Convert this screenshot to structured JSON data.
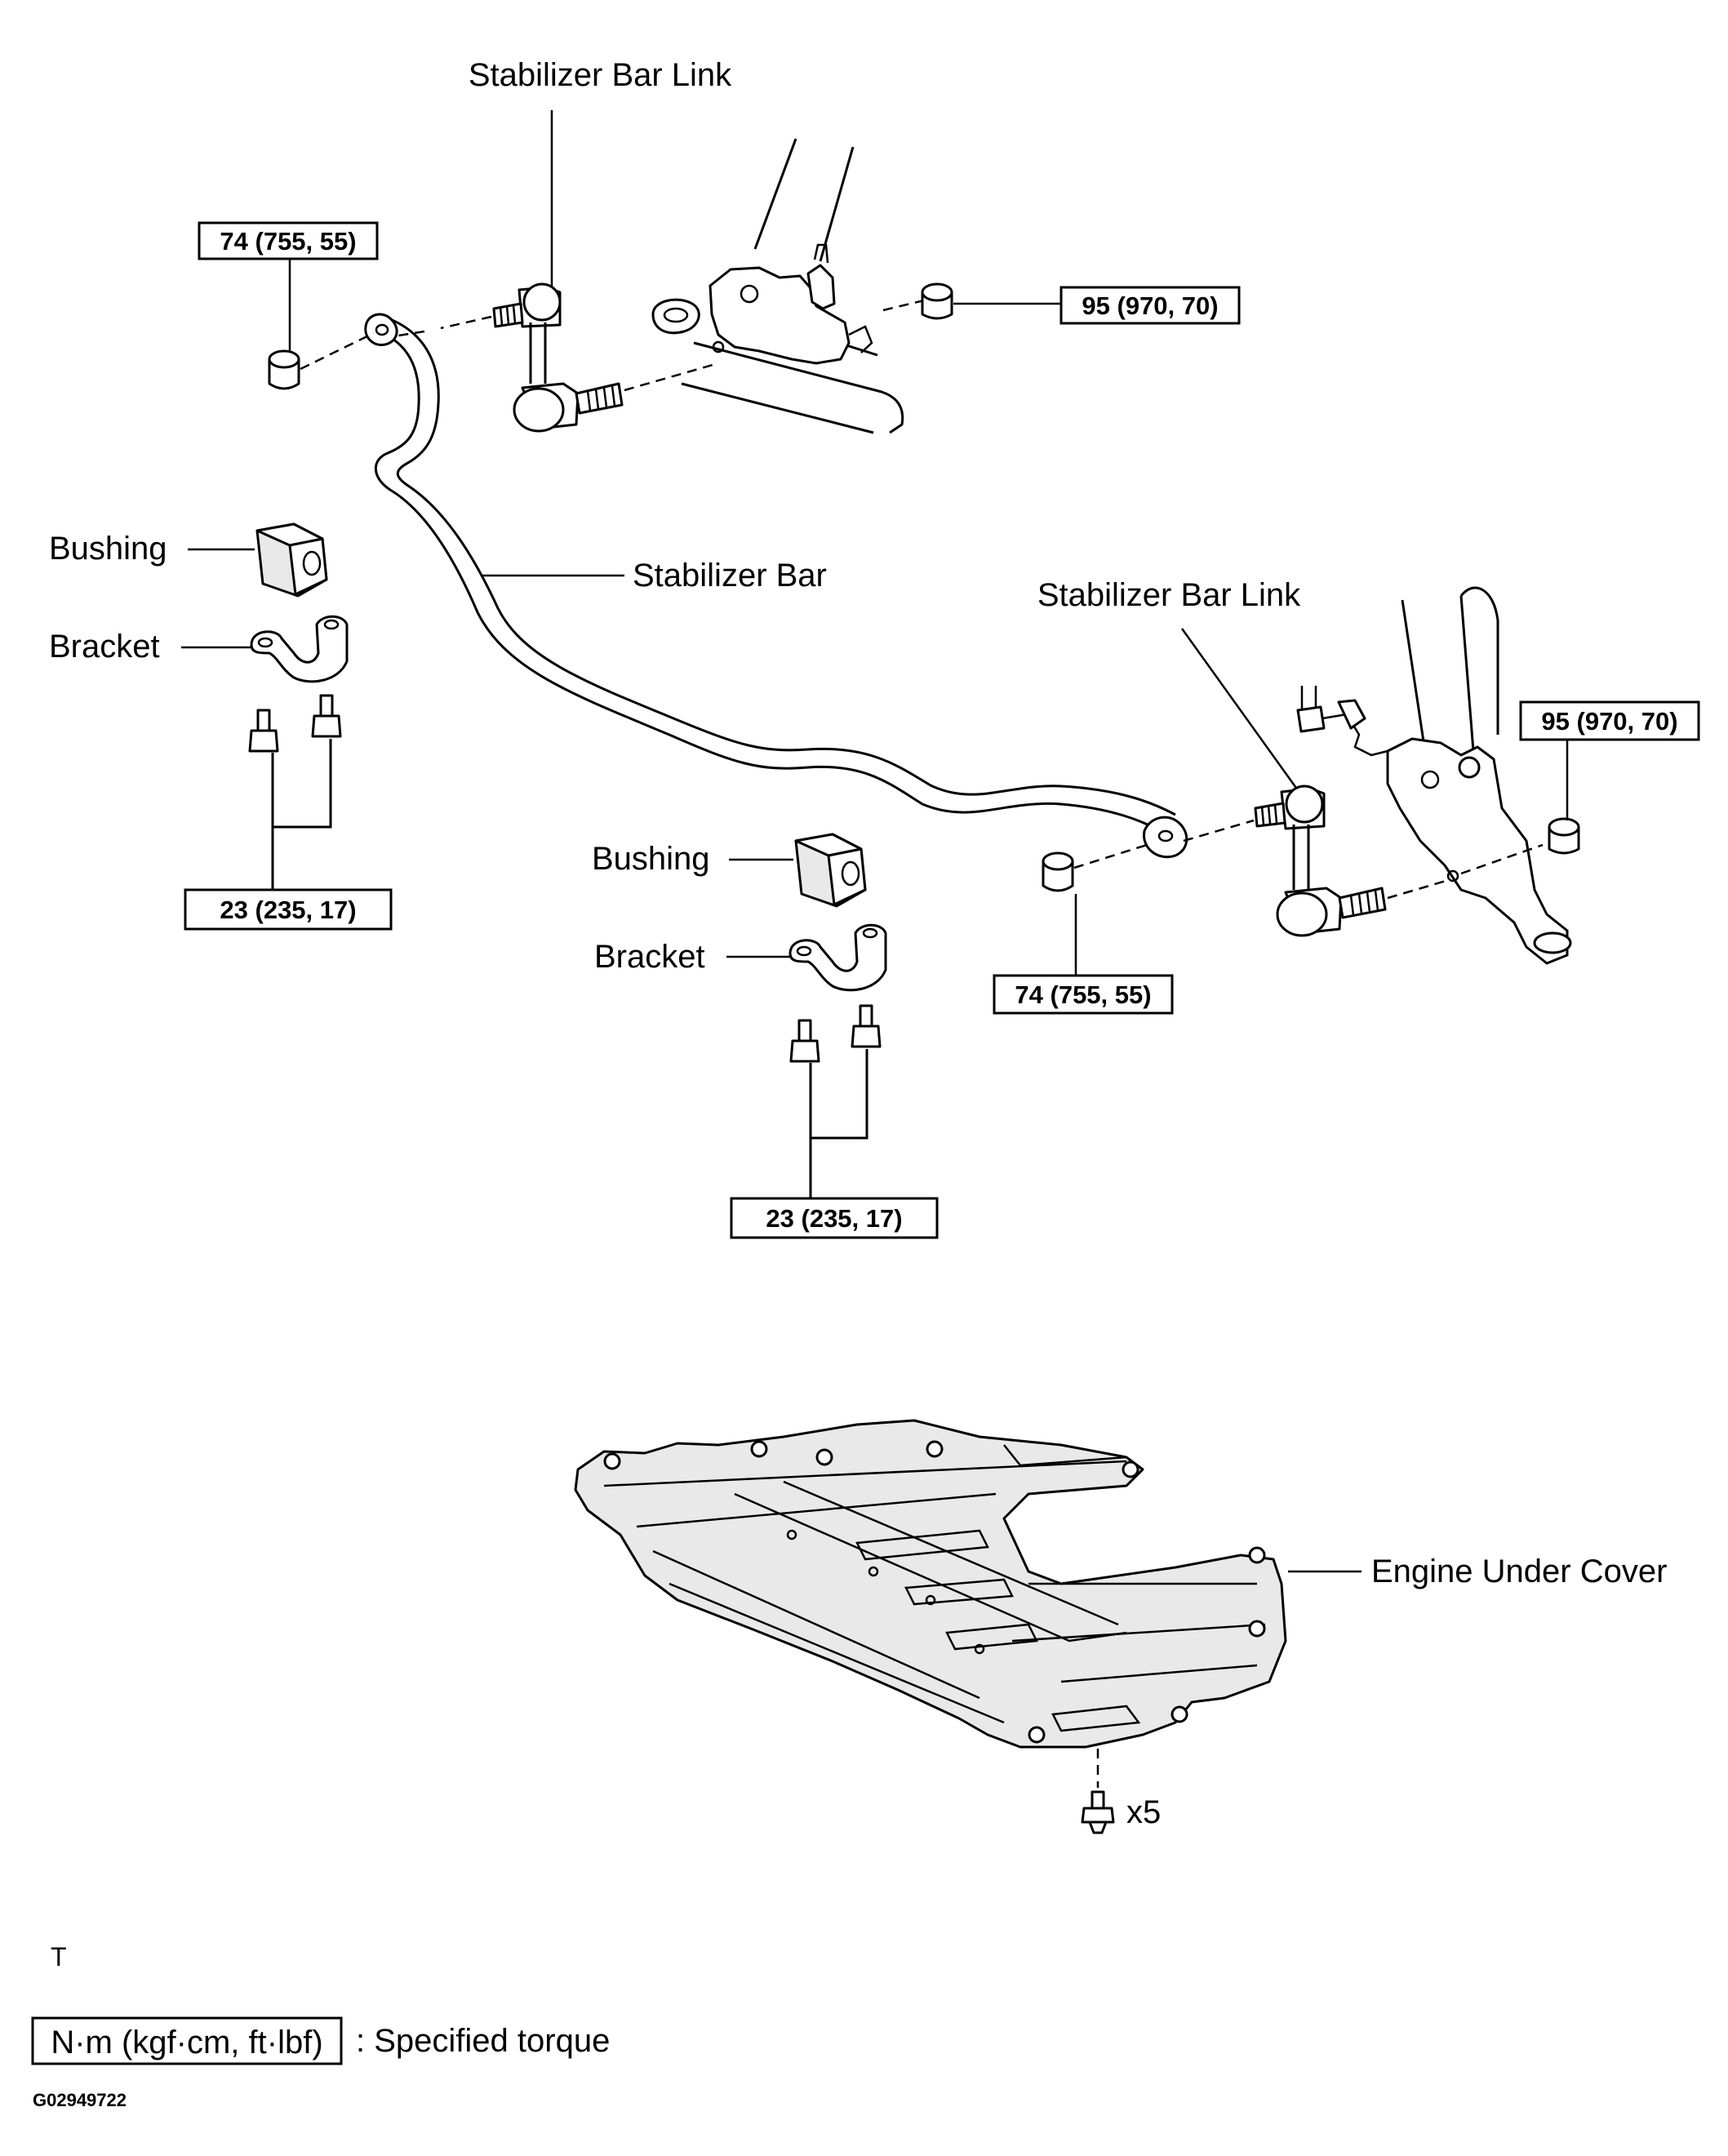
{
  "labels": {
    "stabilizer_bar_link_top": "Stabilizer Bar Link",
    "stabilizer_bar_link_right": "Stabilizer Bar Link",
    "stabilizer_bar": "Stabilizer Bar",
    "bushing_left": "Bushing",
    "bracket_left": "Bracket",
    "bushing_center": "Bushing",
    "bracket_center": "Bracket",
    "engine_under_cover": "Engine Under Cover",
    "bolt_count": "x5",
    "stray_mark": "T"
  },
  "torque": {
    "nut_top_left": "74 (755, 55)",
    "nut_top_right": "95 (970, 70)",
    "bracket_bolts_left": "23 (235, 17)",
    "nut_right": "95 (970, 70)",
    "nut_center": "74 (755, 55)",
    "bracket_bolts_center": "23 (235, 17)"
  },
  "legend": {
    "units": "N·m (kgf·cm, ft·lbf)",
    "description": ": Specified torque"
  },
  "figure_code": "G02949722"
}
